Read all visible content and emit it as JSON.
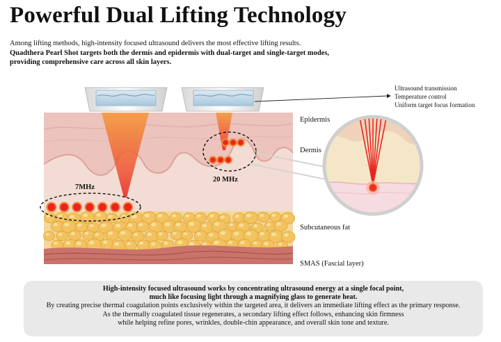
{
  "title": "Powerful Dual Lifting Technology",
  "intro": {
    "line1": "Among lifting methods, high-intensity focused ultrasound delivers the most effective lifting results.",
    "line2": "Quadthera Pearl Shot targets both the dermis and epidermis with dual-target and single-target modes,",
    "line3": "providing comprehensive care across all skin layers."
  },
  "features": [
    "Ultrasound transmission",
    "Temperature control",
    "Uniform target focus formation"
  ],
  "layers": {
    "epidermis": "Epidermis",
    "dermis": "Dermis",
    "subcutaneous": "Subcutaneous fat",
    "smas": "SMAS (Fascial layer)"
  },
  "modes": {
    "deep": "7MHz",
    "shallow": "20 MHz"
  },
  "summary": {
    "line1": "High-intensity focused ultrasound works by concentrating ultrasound energy at a single focal point,",
    "line2": "much like focusing light through a magnifying glass to generate heat.",
    "line3": "By creating precise thermal coagulation points exclusively within the targeted area, it delivers an immediate lifting effect as the primary response.",
    "line4": "As the thermally coagulated tissue regenerates, a secondary lifting effect follows, enhancing skin firmness",
    "line5": "while helping refine pores, wrinkles, double-chin appearance, and overall skin tone and texture."
  },
  "colors": {
    "epidermis": "#ecc3bd",
    "dermis": "#f3dcd3",
    "fat": "#f2c35f",
    "smas": "#c9736b",
    "focus_point": "#e8251f",
    "summary_bg": "#e9e9e9"
  }
}
